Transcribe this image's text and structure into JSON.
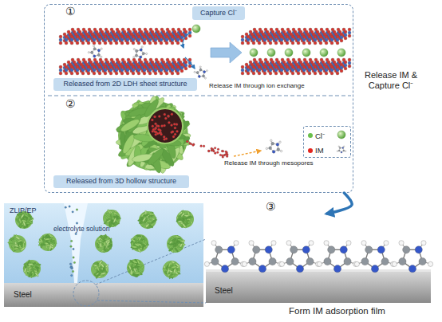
{
  "diagram": {
    "nodes": [
      {
        "text": [
          "Release IM & Capture Cl⁻"
        ]
      },
      {
        "text": [
          "Capture Cl⁻"
        ],
        "in": 0
      },
      {
        "text": [
          "Released from 2D LDH sheet structure"
        ],
        "in": 0
      },
      {
        "text": [
          "Released from 3D hollow structure"
        ],
        "in": 0
      },
      {
        "text": [
          "ZLIP/EP",
          "electrolyte solution"
        ]
      },
      {
        "text": [
          "Steel"
        ]
      },
      {
        "text": [
          "Steel"
        ]
      }
    ],
    "edges": [
      {
        "from": 0,
        "to": 6,
        "arrow": "to"
      }
    ],
    "labels": [
      "①",
      "②",
      "③",
      "Release IM through ion exchange",
      "Release IM through mesopores",
      "Form IM adsorption film"
    ],
    "legend": [
      {
        "text": "Cl⁻",
        "color": "#6abf4b"
      },
      {
        "text": "IM",
        "color": "#e3261f"
      }
    ]
  }
}
